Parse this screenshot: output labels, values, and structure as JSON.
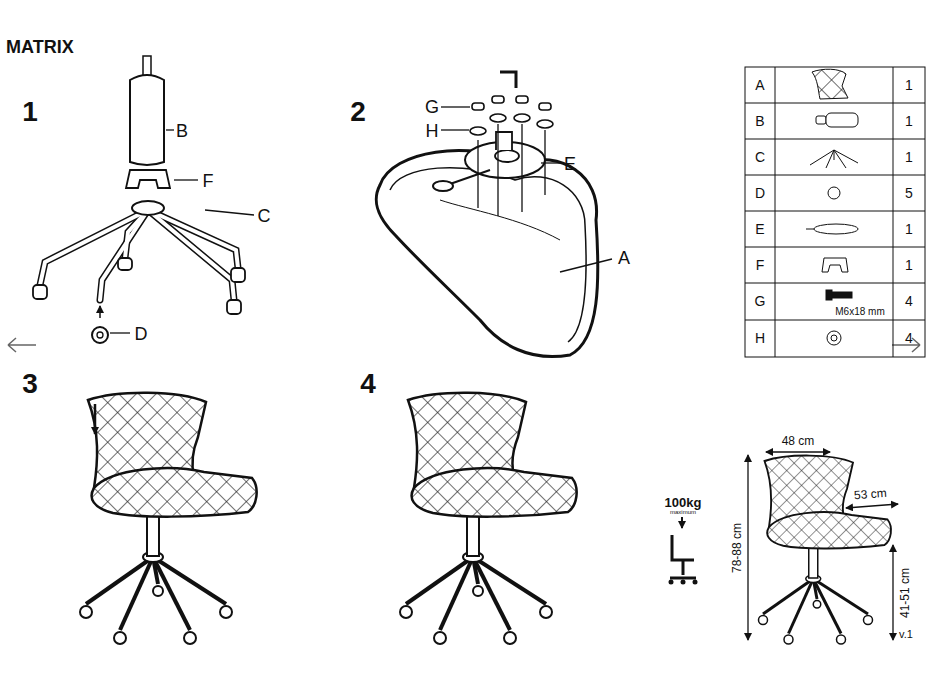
{
  "diagram": {
    "title": "MATRIX",
    "labels": [
      "1",
      "B",
      "F",
      "C",
      "D",
      "2",
      "G",
      "H",
      "E",
      "A",
      "3",
      "4",
      "A",
      "1",
      "B",
      "1",
      "C",
      "1",
      "D",
      "5",
      "E",
      "1",
      "F",
      "1",
      "G",
      "M6x18 mm",
      "4",
      "H",
      "4",
      "48 cm",
      "53 cm",
      "78-88 cm",
      "41-51 cm",
      "100kg",
      "maximum",
      "v.1"
    ]
  }
}
